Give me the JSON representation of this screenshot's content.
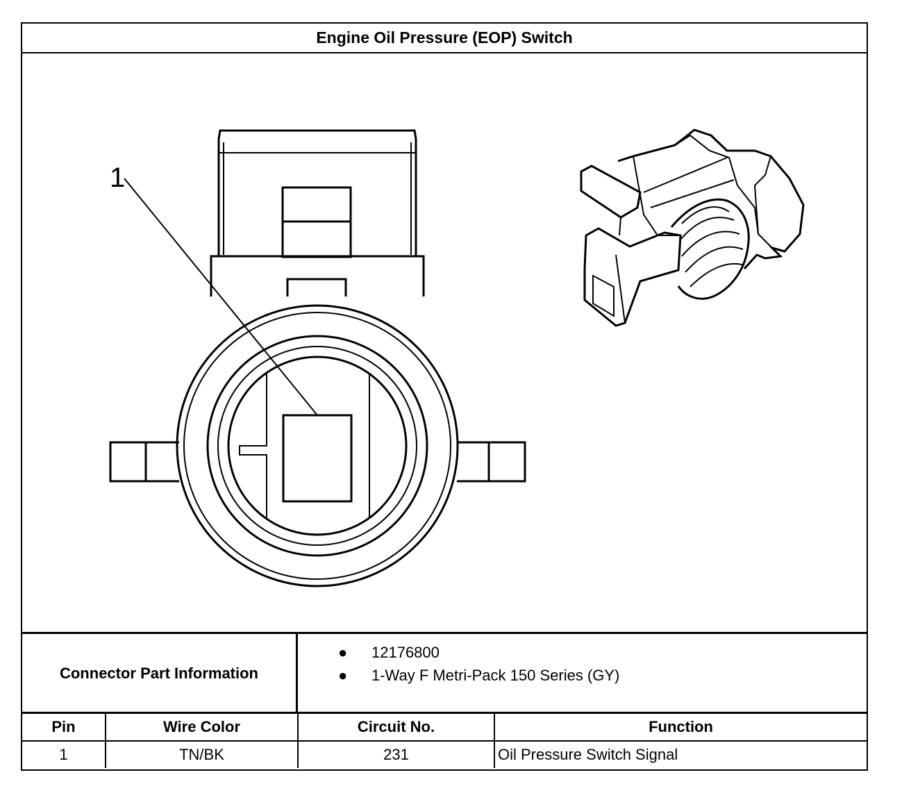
{
  "title": "Engine Oil Pressure (EOP) Switch",
  "diagram": {
    "callout_label": "1"
  },
  "connector_info": {
    "label": "Connector Part Information",
    "items": [
      "12176800",
      "1-Way F Metri-Pack 150 Series (GY)"
    ]
  },
  "pin_table": {
    "headers": {
      "pin": "Pin",
      "wire_color": "Wire Color",
      "circuit": "Circuit No.",
      "function": "Function"
    },
    "rows": [
      {
        "pin": "1",
        "wire_color": "TN/BK",
        "circuit": "231",
        "function": "Oil Pressure Switch Signal"
      }
    ]
  }
}
